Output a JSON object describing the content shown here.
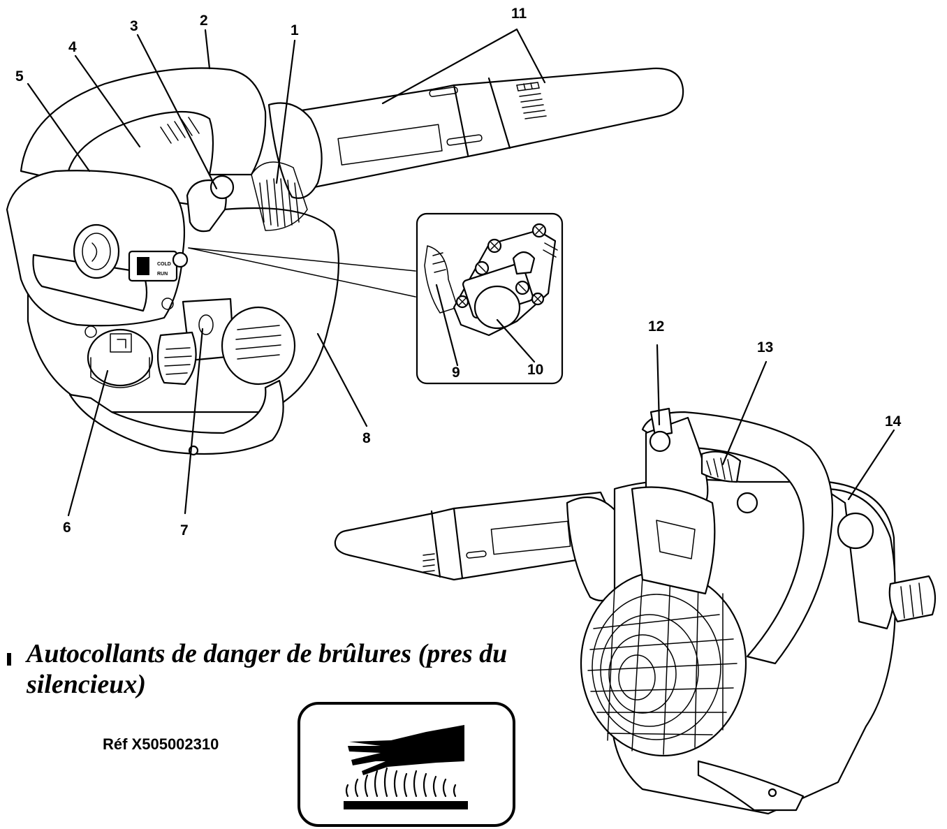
{
  "callouts": {
    "c1": "1",
    "c2": "2",
    "c3": "3",
    "c4": "4",
    "c5": "5",
    "c6": "6",
    "c7": "7",
    "c8": "8",
    "c9": "9",
    "c10": "10",
    "c11": "11",
    "c12": "12",
    "c13": "13",
    "c14": "14"
  },
  "section": {
    "heading": "Autocollants de danger de brûlures (pres du silencieux)",
    "reference": "Réf X505002310"
  }
}
